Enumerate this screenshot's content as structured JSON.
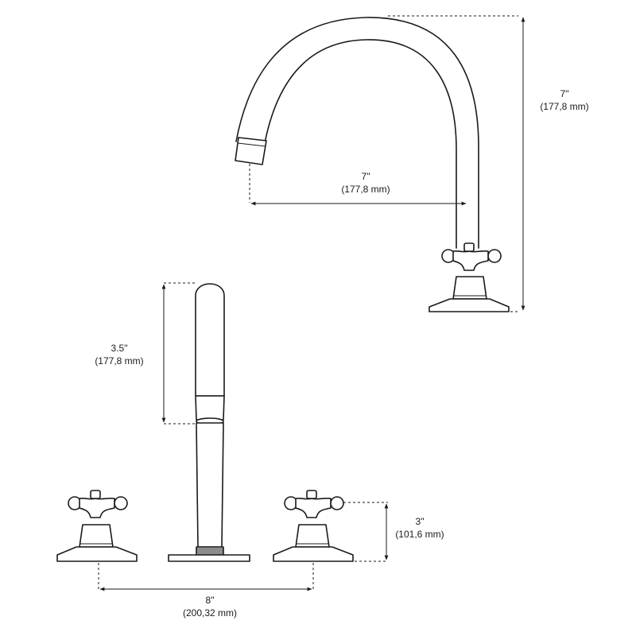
{
  "dimensions": {
    "spout_height": {
      "value": "7\"",
      "metric": "(177,8 mm)"
    },
    "spout_reach": {
      "value": "7\"",
      "metric": "(177,8 mm)"
    },
    "sprayer_length": {
      "value": "3.5\"",
      "metric": "(177,8 mm)"
    },
    "handle_height": {
      "value": "3\"",
      "metric": "(101,6 mm)"
    },
    "handle_spread": {
      "value": "8\"",
      "metric": "(200,32 mm)"
    }
  }
}
